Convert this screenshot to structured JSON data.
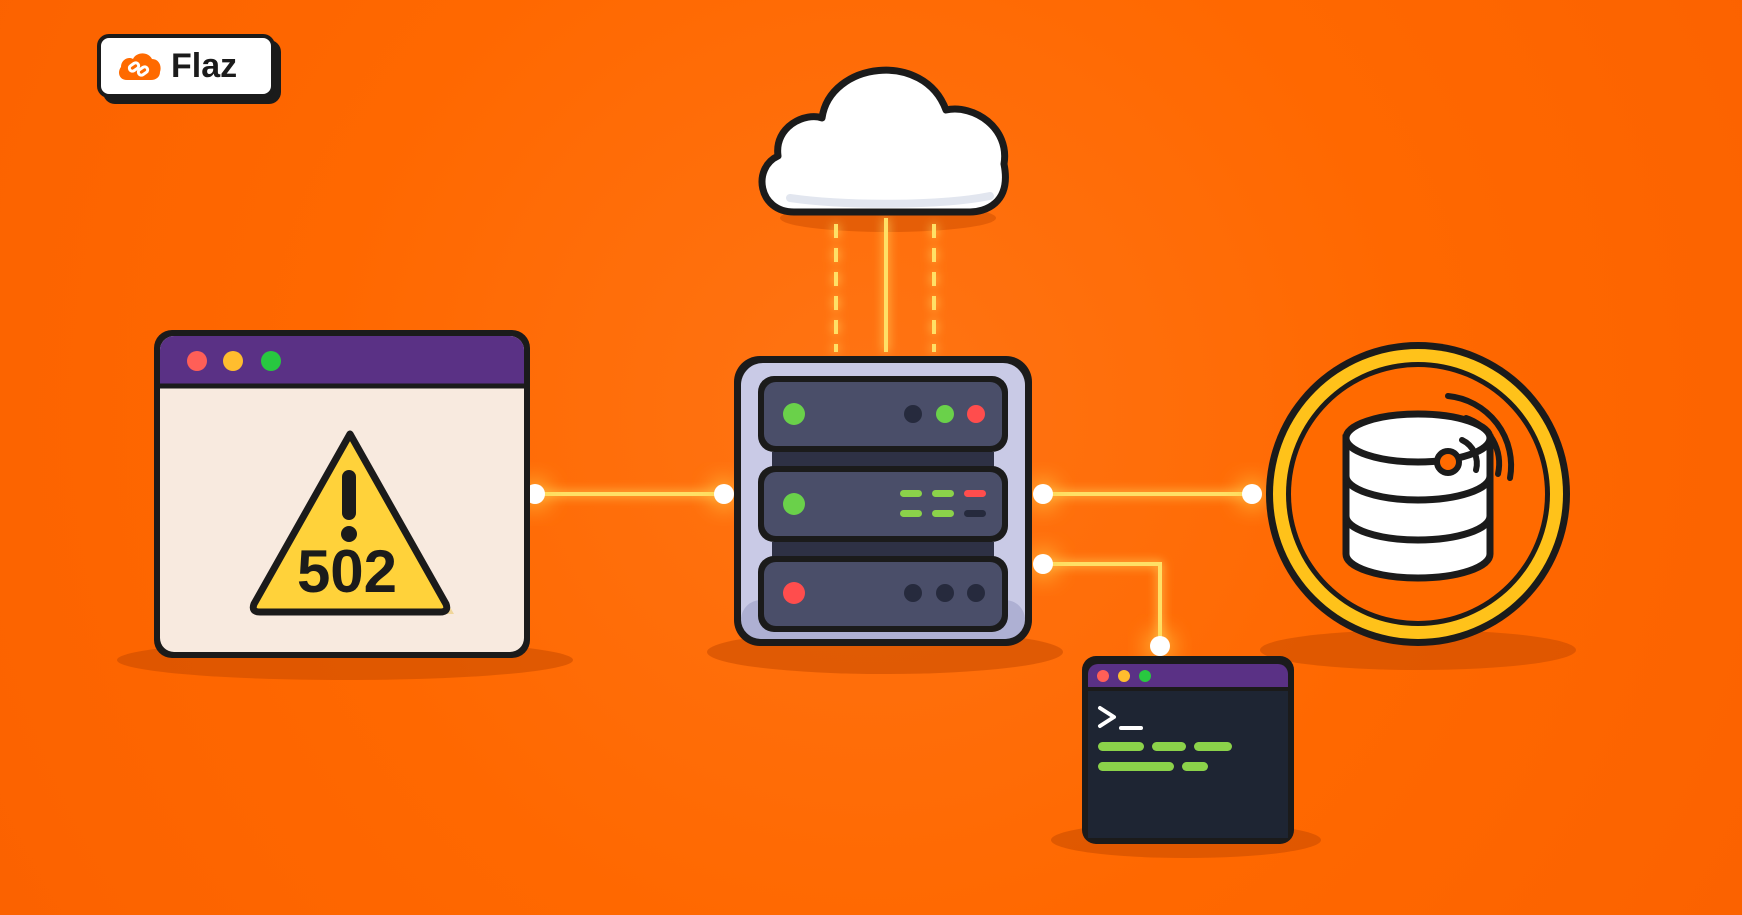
{
  "logo": {
    "text": "Flaz",
    "icon": "cloud-link-icon",
    "color": "#ff6a00"
  },
  "browser_window": {
    "error_code": "502",
    "icon": "warning-triangle-icon",
    "titlebar_color": "#5a3185",
    "dot_colors": [
      "#ff5f57",
      "#ffbd2e",
      "#28c840"
    ]
  },
  "cloud": {
    "icon": "cloud-icon"
  },
  "server": {
    "icon": "server-rack-icon",
    "unit_count": 3
  },
  "database": {
    "icon": "database-icon",
    "ring_color": "#ffc21a"
  },
  "terminal": {
    "prompt": ">_",
    "icon": "terminal-icon",
    "titlebar_color": "#5a3185",
    "code_color": "#8bd24a"
  },
  "connection_color": "#ffe066"
}
